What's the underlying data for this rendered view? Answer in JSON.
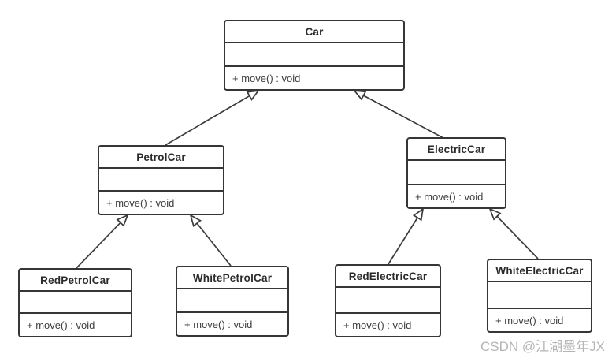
{
  "diagram": {
    "type": "uml-class-diagram",
    "stroke_color": "#363636",
    "background_color": "#ffffff",
    "classes": [
      {
        "id": "car",
        "name": "Car",
        "attributes": [],
        "operations": [
          "+ move() : void"
        ]
      },
      {
        "id": "petrol-car",
        "name": "PetrolCar",
        "attributes": [],
        "operations": [
          "+ move() : void"
        ]
      },
      {
        "id": "electric-car",
        "name": "ElectricCar",
        "attributes": [],
        "operations": [
          "+ move() : void"
        ]
      },
      {
        "id": "red-petrol-car",
        "name": "RedPetrolCar",
        "attributes": [],
        "operations": [
          "+ move() : void"
        ]
      },
      {
        "id": "white-petrol-car",
        "name": "WhitePetrolCar",
        "attributes": [],
        "operations": [
          "+ move() : void"
        ]
      },
      {
        "id": "red-electric-car",
        "name": "RedElectricCar",
        "attributes": [],
        "operations": [
          "+ move() : void"
        ]
      },
      {
        "id": "white-electric-car",
        "name": "WhiteElectricCar",
        "attributes": [],
        "operations": [
          "+ move() : void"
        ]
      }
    ],
    "relations": [
      {
        "from": "PetrolCar",
        "to": "Car",
        "type": "generalization"
      },
      {
        "from": "ElectricCar",
        "to": "Car",
        "type": "generalization"
      },
      {
        "from": "RedPetrolCar",
        "to": "PetrolCar",
        "type": "generalization"
      },
      {
        "from": "WhitePetrolCar",
        "to": "PetrolCar",
        "type": "generalization"
      },
      {
        "from": "RedElectricCar",
        "to": "ElectricCar",
        "type": "generalization"
      },
      {
        "from": "WhiteElectricCar",
        "to": "ElectricCar",
        "type": "generalization"
      }
    ]
  },
  "watermark": {
    "text": "CSDN @江湖墨年JX",
    "color": "#b5b5b5"
  }
}
